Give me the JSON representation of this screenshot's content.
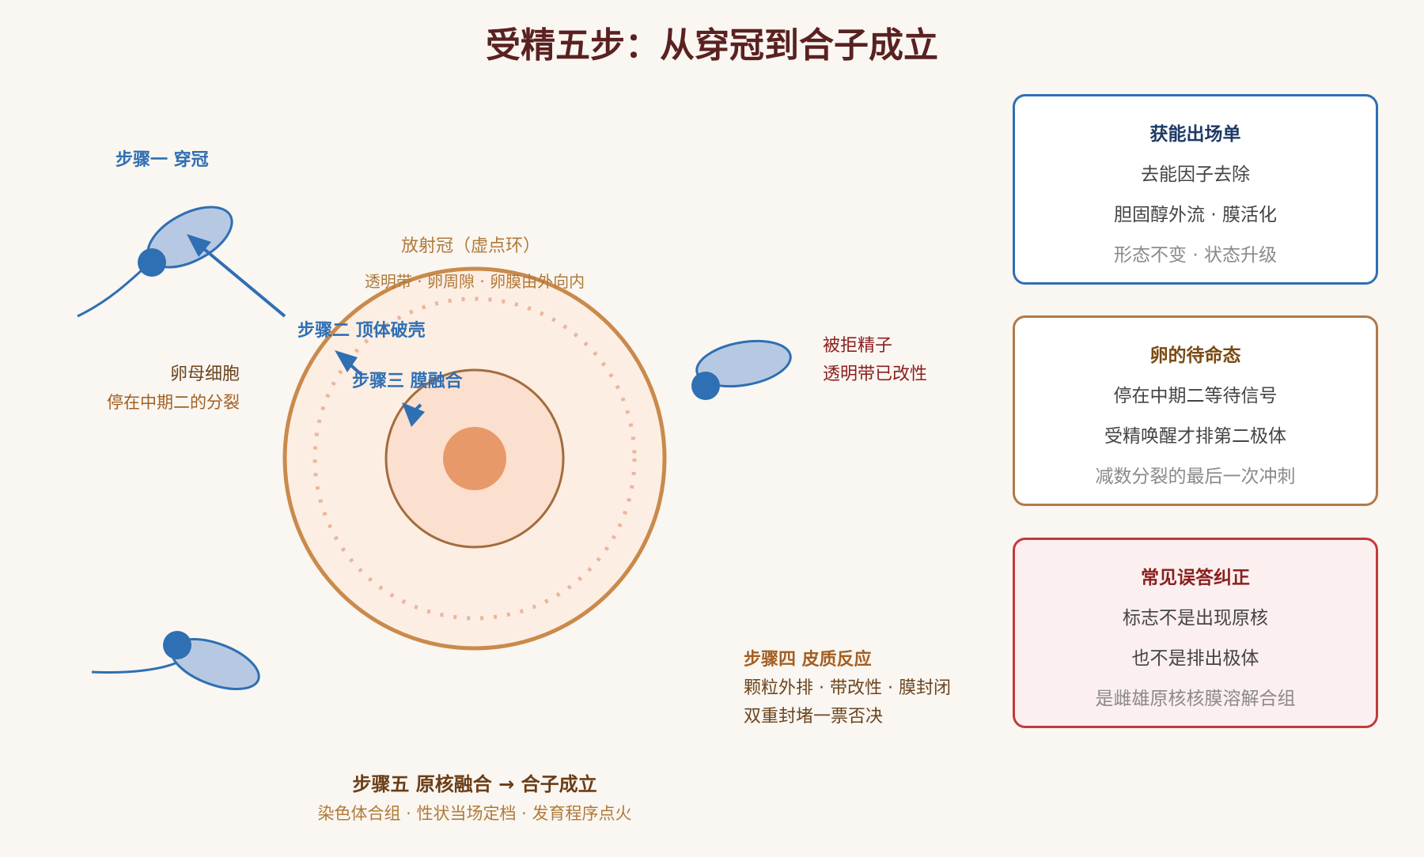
{
  "title": "受精五步：从穿冠到合子成立",
  "diagram": {
    "step1_label": "步骤一 穿冠",
    "corona_label": "放射冠（虚点环）",
    "layers_label": "透明带 · 卵周隙 · 卵膜由外向内",
    "step2_label": "步骤二 顶体破壳",
    "step3_label": "步骤三 膜融合",
    "oocyte_label": "卵母细胞",
    "oocyte_sub": "停在中期二的分裂",
    "rejected_label": "被拒精子",
    "rejected_sub": "透明带已改性",
    "step4_label": "步骤四 皮质反应",
    "step4_line1": "颗粒外排 · 带改性 · 膜封闭",
    "step4_line2": "双重封堵一票否决",
    "step5_label": "步骤五 原核融合 → 合子成立",
    "step5_sub": "染色体合组 · 性状当场定档 · 发育程序点火"
  },
  "colors": {
    "sperm_blue": "#2f6fb3",
    "sperm_head_fill": "#b7c9e2",
    "corona_ring": "#c98a4b",
    "zona_fill": "#fdeee4",
    "inner_fill": "#fbdfcf",
    "nucleus": "#e8996a"
  },
  "cards": [
    {
      "title": "获能出场单",
      "lines": [
        "去能因子去除",
        "胆固醇外流 · 膜活化"
      ],
      "muted": "形态不变 · 状态升级",
      "border": "#2f6fb3"
    },
    {
      "title": "卵的待命态",
      "lines": [
        "停在中期二等待信号",
        "受精唤醒才排第二极体"
      ],
      "muted": "减数分裂的最后一次冲刺",
      "border": "#b07a4a"
    },
    {
      "title": "常见误答纠正",
      "lines": [
        "标志不是出现原核",
        "也不是排出极体"
      ],
      "muted": "是雌雄原核核膜溶解合组",
      "border": "#c23a3a"
    }
  ]
}
